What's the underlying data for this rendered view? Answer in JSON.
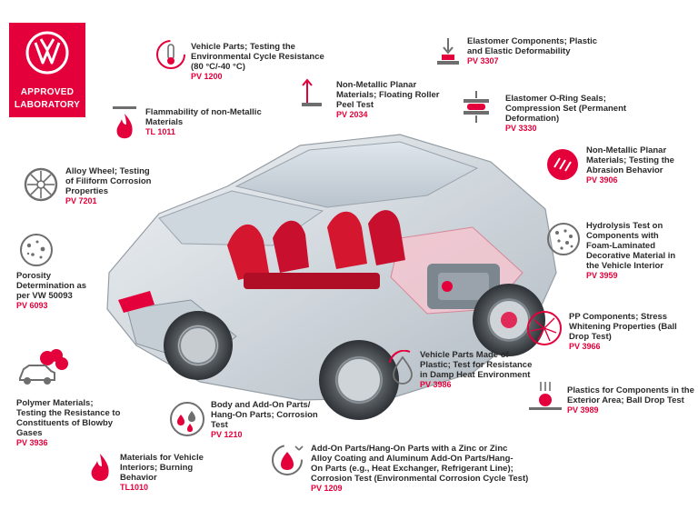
{
  "badge": {
    "line1": "APPROVED",
    "line2": "LABORATORY",
    "logo": "vw-logo"
  },
  "colors": {
    "accent": "#e4003a",
    "text": "#2b2b2b",
    "icon_gray": "#6e6e6e"
  },
  "tests": [
    {
      "lines": [
        "Vehicle Parts; Testing the",
        "Environmental Cycle Resistance",
        "(80 °C/-40 °C)"
      ],
      "code": "PV 1200",
      "icon": "temperature-cycle-icon"
    },
    {
      "lines": [
        "Elastomer Components; Plastic",
        "and Elastic Deformability"
      ],
      "code": "PV 3307",
      "icon": "press-down-icon"
    },
    {
      "lines": [
        "Non-Metallic Planar",
        "Materials; Floating Roller",
        "Peel Test"
      ],
      "code": "PV 2034",
      "icon": "peel-up-icon"
    },
    {
      "lines": [
        "Flammability of non-Metallic",
        "Materials"
      ],
      "code": "TL 1011",
      "icon": "flame-icon"
    },
    {
      "lines": [
        "Elastomer O-Ring Seals;",
        "Compression Set (Permanent",
        "Deformation)"
      ],
      "code": "PV 3330",
      "icon": "compression-icon"
    },
    {
      "lines": [
        "Non-Metallic Planar",
        "Materials; Testing the",
        "Abrasion Behavior"
      ],
      "code": "PV 3906",
      "icon": "abrasion-icon"
    },
    {
      "lines": [
        "Alloy Wheel; Testing",
        "of Filiform Corrosion",
        "Properties"
      ],
      "code": "PV 7201",
      "icon": "alloy-wheel-icon"
    },
    {
      "lines": [
        "Hydrolysis Test on",
        "Components with",
        "Foam-Laminated",
        "Decorative Material in",
        "the Vehicle Interior"
      ],
      "code": "PV 3959",
      "icon": "foam-dots-icon"
    },
    {
      "lines": [
        "Porosity",
        "Determination as",
        "per VW 50093"
      ],
      "code": "PV 6093",
      "icon": "porosity-icon"
    },
    {
      "lines": [
        "PP Components; Stress",
        "Whitening Properties (Ball",
        "Drop Test)"
      ],
      "code": "PV 3966",
      "icon": "stress-cracks-icon"
    },
    {
      "lines": [
        "Vehicle Parts Made of",
        "Plastic; Test for Resistance",
        "in Damp Heat Environment"
      ],
      "code": "PV 3986",
      "icon": "damp-heat-icon"
    },
    {
      "lines": [
        "Plastics for Components in the",
        "Exterior Area; Ball Drop Test"
      ],
      "code": "PV 3989",
      "icon": "ball-drop-icon"
    },
    {
      "lines": [
        "Polymer Materials;",
        "Testing the Resistance to",
        "Constituents of Blowby",
        "Gases"
      ],
      "code": "PV 3936",
      "icon": "blowby-car-icon"
    },
    {
      "lines": [
        "Body and Add-On Parts/",
        "Hang-On Parts; Corrosion",
        "Test"
      ],
      "code": "PV 1210",
      "icon": "corrosion-drops-icon"
    },
    {
      "lines": [
        "Materials for Vehicle",
        "Interiors; Burning",
        "Behavior"
      ],
      "code": "TL1010",
      "icon": "flame-icon"
    },
    {
      "lines": [
        "Add-On Parts/Hang-On Parts with a Zinc or Zinc",
        "Alloy Coating and Aluminum Add-On Parts/Hang-",
        "On Parts (e.g., Heat Exchanger, Refrigerant Line);",
        "Corrosion Test (Environmental Corrosion Cycle Test)"
      ],
      "code": "PV 1209",
      "icon": "cycle-drop-icon"
    }
  ]
}
